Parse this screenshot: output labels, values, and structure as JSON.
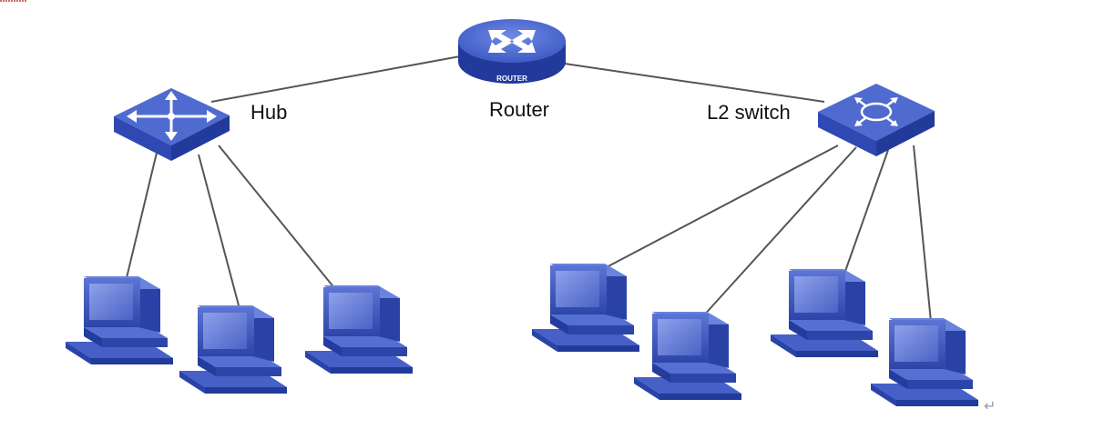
{
  "labels": {
    "hub": "Hub",
    "router": "Router",
    "switch": "L2 switch"
  },
  "router_badge": "ROUTER",
  "paragraph_mark": "↵",
  "colors": {
    "device_top": "#4f6bd0",
    "device_side": "#223a9a",
    "device_front": "#2f48b4",
    "link": "#555555"
  }
}
